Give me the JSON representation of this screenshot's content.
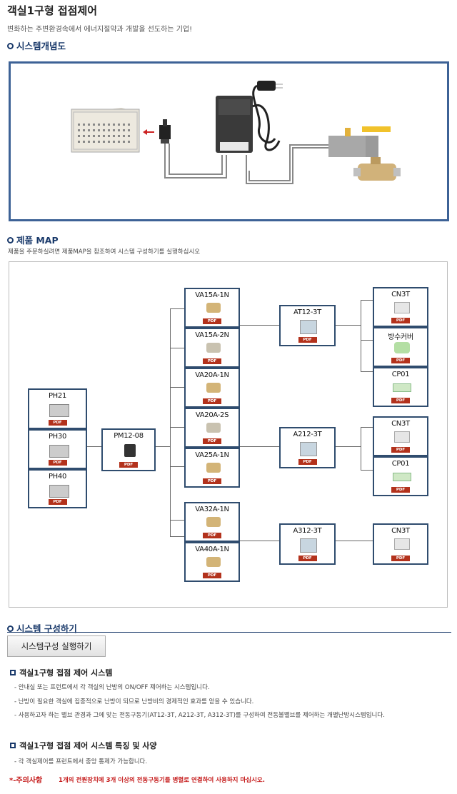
{
  "header": {
    "title": "객실1구형 접점제어",
    "subtitle": "변화하는 주변환경속에서 에너지절약과 개발을 선도하는 기업!"
  },
  "concept": {
    "heading": "시스템개념도",
    "colors": {
      "border": "#3d6296",
      "arrow": "#cc2222"
    }
  },
  "product_map": {
    "heading": "제품 MAP",
    "description": "제품을 주문하실려면 제품MAP을 참조하여 시스템 구성하기를 실행하십시오",
    "pdf_label": "PDF",
    "panels": [
      "PH21",
      "PH30",
      "PH40"
    ],
    "controller": "PM12-08",
    "valves_group_a": [
      "VA15A-1N",
      "VA15A-2N",
      "VA20A-1N",
      "VA20A-2S",
      "VA25A-1N"
    ],
    "valves_group_b": [
      "VA32A-1N",
      "VA40A-1N"
    ],
    "actuators": [
      "AT12-3T",
      "A212-3T",
      "A312-3T"
    ],
    "accessories_1": [
      "CN3T",
      "방수커버",
      "CP01"
    ],
    "accessories_2": [
      "CN3T",
      "CP01"
    ],
    "accessories_3": [
      "CN3T"
    ]
  },
  "system_build": {
    "heading": "시스템 구성하기",
    "button_label": "시스템구성 실행하기"
  },
  "feature1": {
    "title": "객실1구형 접점 제어 시스템",
    "lines": [
      "- 안내실 또는 프런트에서 각 객실의 난방의 ON/OFF 제어하는 시스템입니다.",
      "- 난방이 필요한 객실에 집중적으로 난방이 되므로 난방비의 경제적인 효과를 얻을 수 있습니다.",
      "- 사용하고자 하는 밸브 관경과 그에 맞는 전동구동기(AT12-3T, A212-3T, A312-3T)를 구성하여 전동볼밸브를 제어하는 개별난방시스템입니다."
    ]
  },
  "feature2": {
    "title": "객실1구형 접점 제어 시스템 특징 및 사양",
    "lines": [
      "- 각 객실제어를 프런트에서 중앙 통제가 가능합니다."
    ]
  },
  "warning": {
    "label": "*-주의사항",
    "text": "1개의 전원장치에 3개 이상의 전동구동기를 병렬로 연결하여 사용하지 마십시오."
  }
}
